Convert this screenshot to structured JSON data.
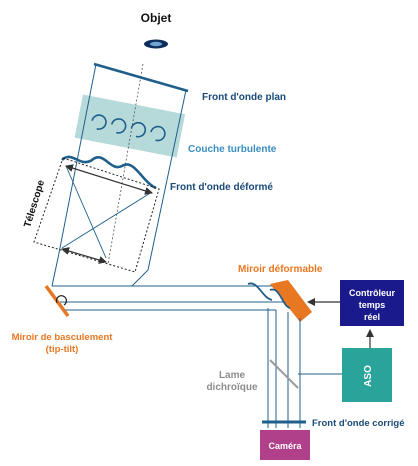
{
  "labels": {
    "object": "Objet",
    "wavefront_plane": "Front d'onde plan",
    "turbulent_layer": "Couche turbulente",
    "wavefront_deformed": "Front d'onde déformé",
    "telescope": "Télescope",
    "deformable_mirror": "Miroir déformable",
    "controller_l1": "Contrôleur",
    "controller_l2": "temps",
    "controller_l3": "réel",
    "tiptilt_l1": "Miroir de basculement",
    "tiptilt_l2": "(tip-tilt)",
    "dichroic_l1": "Lame",
    "dichroic_l2": "dichroïque",
    "wfs": "ASO",
    "wavefront_corrected": "Front d'onde corrigé",
    "camera": "Caméra"
  },
  "colors": {
    "beam": "#1f5f8b",
    "dark_blue_text": "#1a4a78",
    "light_blue_text": "#3a8fc0",
    "orange": "#e87722",
    "turbulence_fill": "#a9d3d3",
    "controller_fill": "#1a1a8c",
    "wfs_fill": "#2aa39a",
    "camera_fill": "#b0408a",
    "gray_text": "#8c8c8c"
  }
}
